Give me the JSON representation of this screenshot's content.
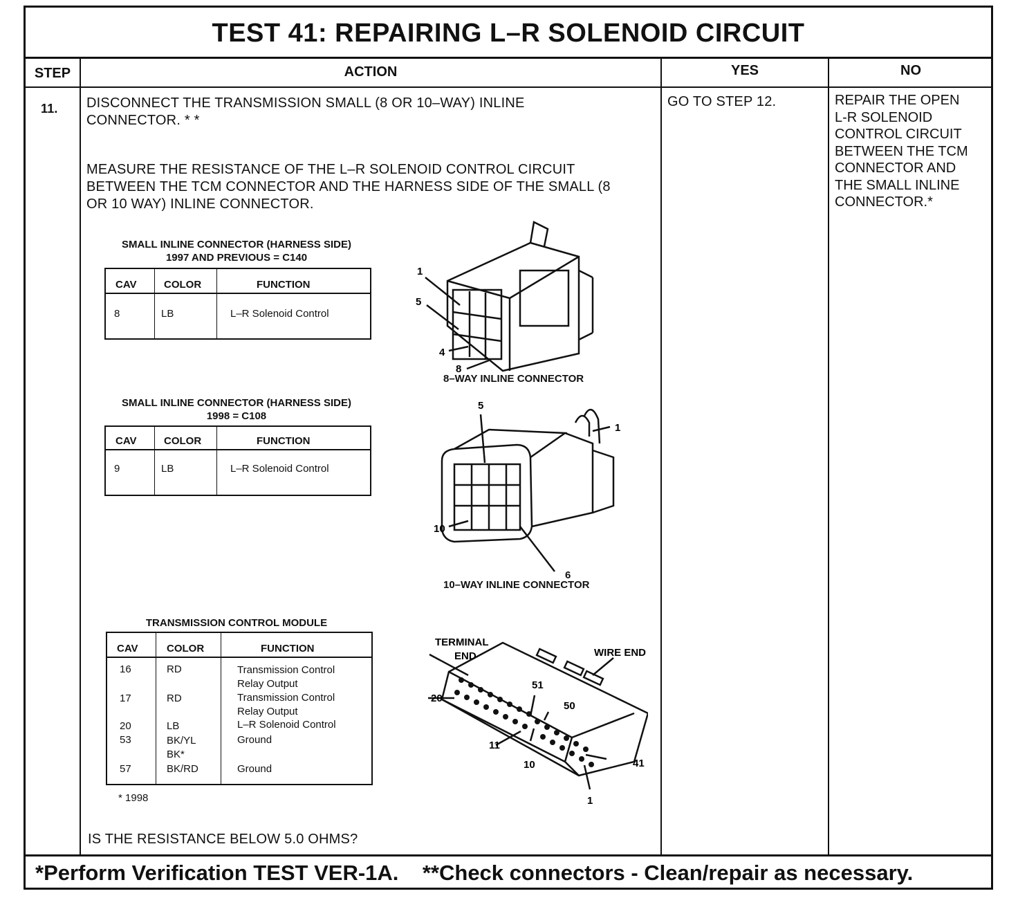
{
  "title": "TEST 41: REPAIRING L–R SOLENOID CIRCUIT",
  "headers": {
    "step": "STEP",
    "action": "ACTION",
    "yes": "YES",
    "no": "NO"
  },
  "step": "11.",
  "action": {
    "line1": "DISCONNECT THE TRANSMISSION SMALL (8 OR 10–WAY) INLINE",
    "line2": "CONNECTOR. * *",
    "line3": "MEASURE THE RESISTANCE OF THE L–R SOLENOID CONTROL CIRCUIT",
    "line4": "BETWEEN THE TCM CONNECTOR AND THE HARNESS SIDE OF THE SMALL (8",
    "line5": "OR 10 WAY) INLINE CONNECTOR.",
    "question": "IS THE RESISTANCE BELOW 5.0 OHMS?"
  },
  "yes": "GO TO STEP 12.",
  "no": [
    "REPAIR THE OPEN",
    "L-R SOLENOID",
    "CONTROL CIRCUIT",
    "BETWEEN THE TCM",
    "CONNECTOR AND",
    "THE SMALL INLINE",
    "CONNECTOR.*"
  ],
  "table1": {
    "title1": "SMALL INLINE CONNECTOR (HARNESS SIDE)",
    "title2": "1997 AND PREVIOUS = C140",
    "cols": [
      "CAV",
      "COLOR",
      "FUNCTION"
    ],
    "rows": [
      [
        "8",
        "LB",
        "L–R Solenoid Control"
      ]
    ]
  },
  "table2": {
    "title1": "SMALL INLINE CONNECTOR (HARNESS SIDE)",
    "title2": "1998 = C108",
    "cols": [
      "CAV",
      "COLOR",
      "FUNCTION"
    ],
    "rows": [
      [
        "9",
        "LB",
        "L–R Solenoid Control"
      ]
    ]
  },
  "table3": {
    "title1": "TRANSMISSION CONTROL MODULE",
    "cols": [
      "CAV",
      "COLOR",
      "FUNCTION"
    ],
    "rows": [
      [
        "16",
        "RD",
        "Transmission  Control Relay Output"
      ],
      [
        "17",
        "RD",
        "Transmission Control Relay Output"
      ],
      [
        "20",
        "LB",
        "L–R Solenoid Control"
      ],
      [
        "53",
        "BK/YL BK*",
        "Ground"
      ],
      [
        "57",
        "BK/RD",
        "Ground"
      ]
    ],
    "note": "*  1998"
  },
  "diagram1": {
    "caption": "8–WAY INLINE CONNECTOR",
    "pins": [
      "1",
      "5",
      "4",
      "8"
    ]
  },
  "diagram2": {
    "caption": "10–WAY INLINE CONNECTOR",
    "pins": [
      "5",
      "1",
      "10",
      "6"
    ]
  },
  "diagram3": {
    "terminal_end": [
      "TERMINAL",
      "END"
    ],
    "wire_end": "WIRE END",
    "pins": [
      "20",
      "51",
      "50",
      "11",
      "10",
      "41",
      "1"
    ]
  },
  "footer": "*Perform Verification TEST VER-1A.    **Check connectors - Clean/repair as necessary."
}
